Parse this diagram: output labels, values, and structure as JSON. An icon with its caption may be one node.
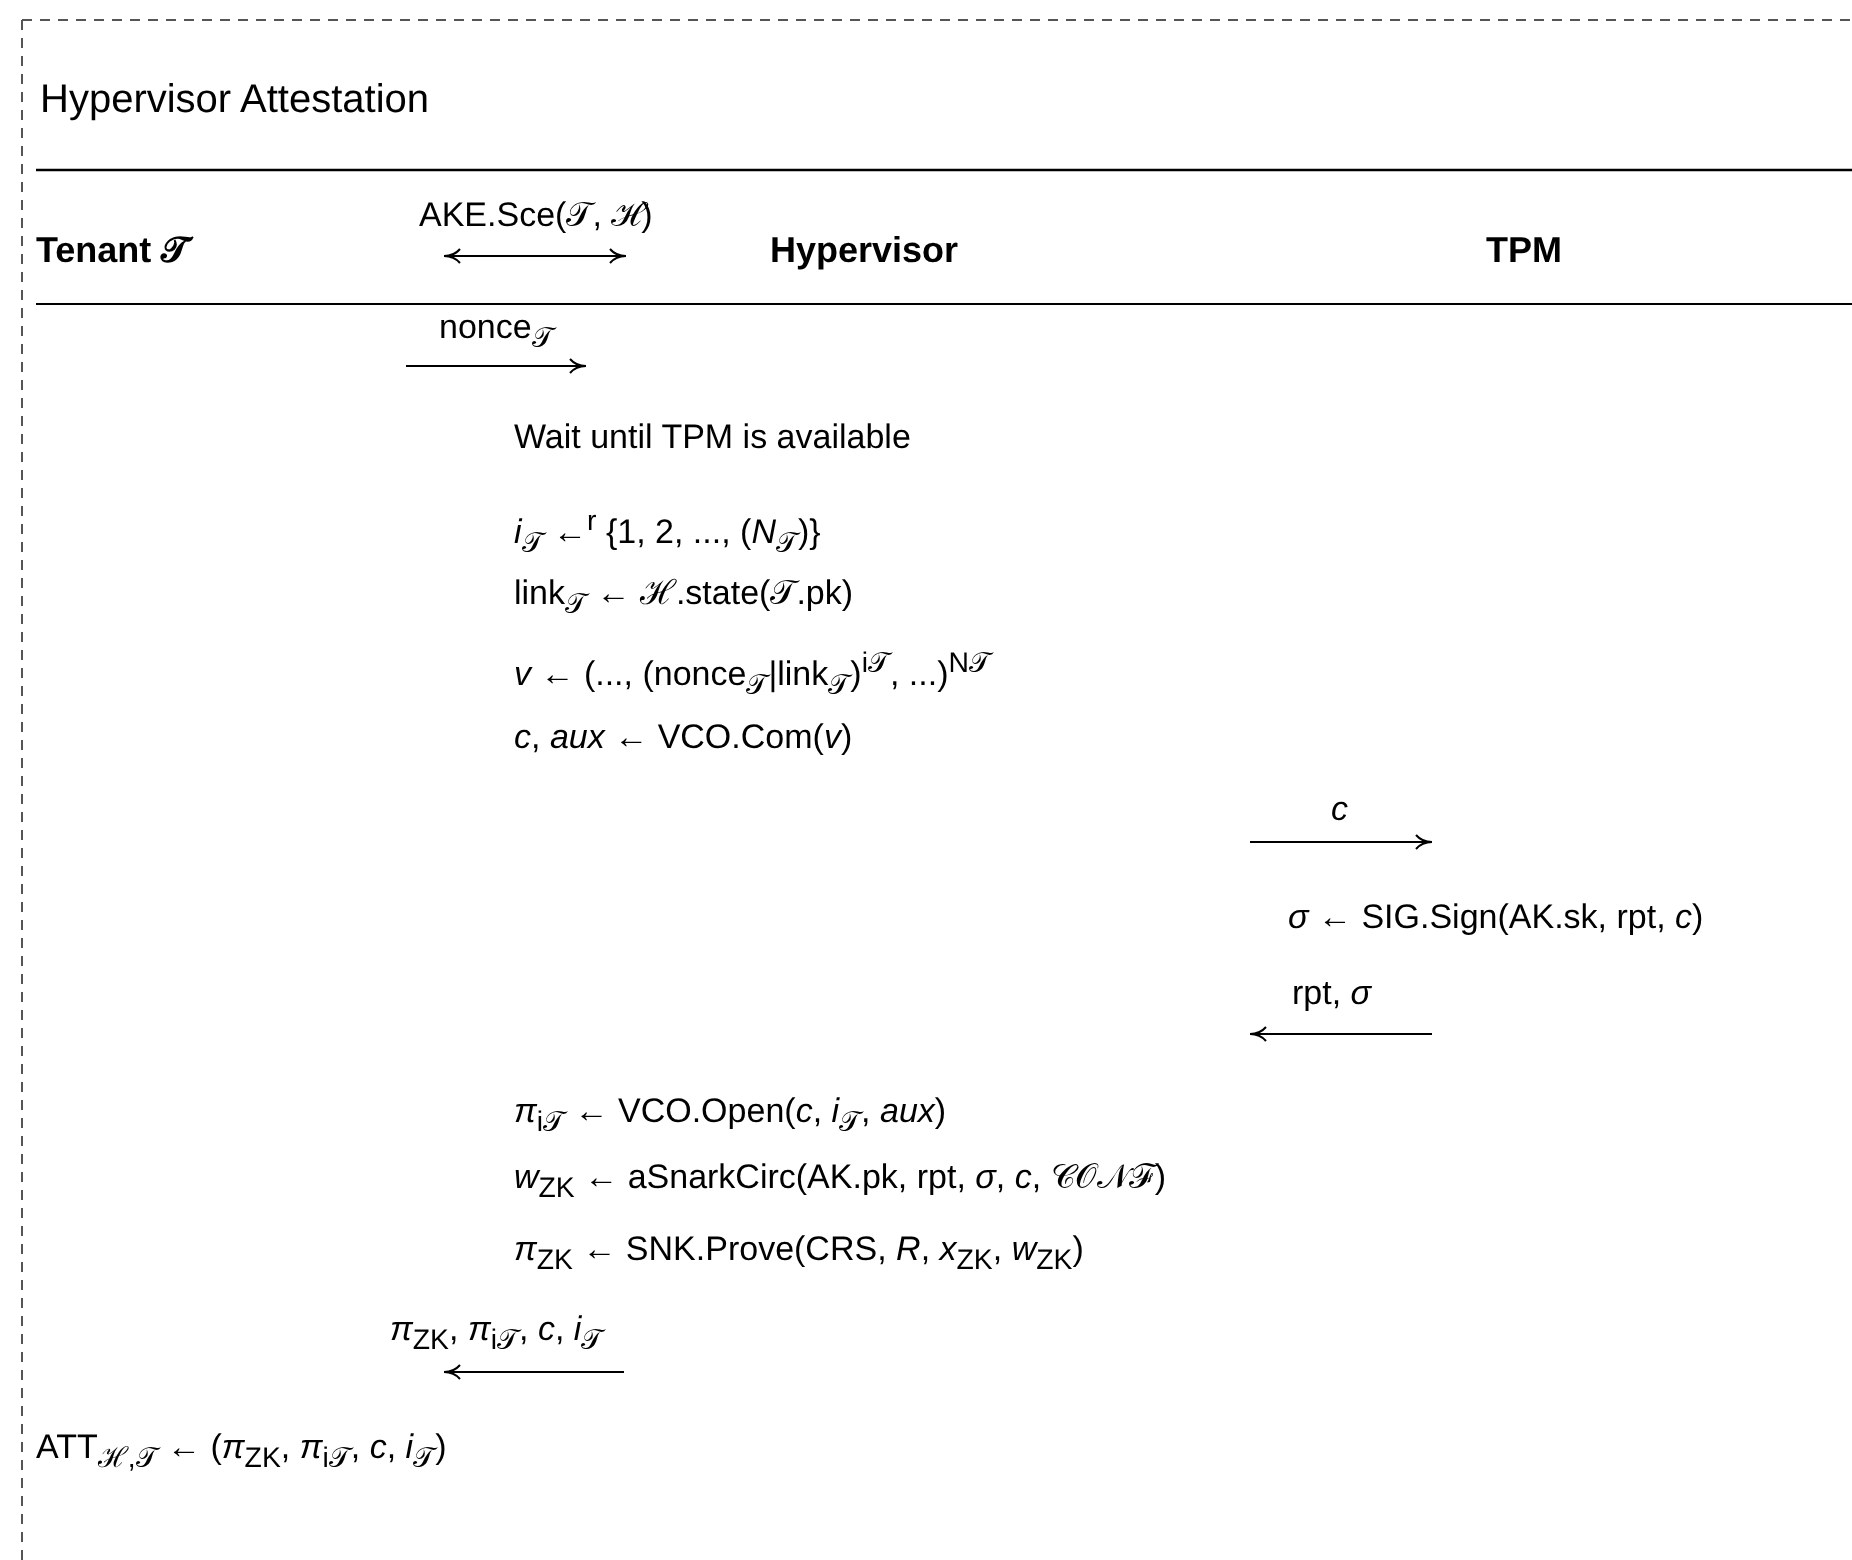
{
  "diagram": {
    "title": "Hypervisor Attestation",
    "labels": [
      "**Tenant** 𝒯",
      "Hypervisor",
      "TPM",
      "AKE.Sce(𝒯, ℋ)",
      "nonce$_{𝒯}$",
      "Wait until TPM is available",
      "*i*$_{𝒯}$ ←$^{r}$ {1, 2, ..., (*N*$_{𝒯}$)}",
      "link$_{𝒯}$ ← ℋ.state(𝒯.pk)",
      "*v* ← (..., (nonce$_{𝒯}$|link$_{𝒯}$)$^{i𝒯}$, ...)$^{N𝒯}$",
      "*c*, *aux* ← VCO.Com(*v*)",
      "*c*",
      "*σ* ← SIG.Sign(AK.sk, rpt, *c*)",
      "rpt, *σ*",
      "*π*$_{i𝒯}$ ← VCO.Open(*c*, *i*$_{𝒯}$, *aux*)",
      "*w*$_{ZK}$ ← aSnarkCirc(AK.pk, rpt, *σ*, *c*, 𝒞𝒪𝒩ℱ)",
      "*π*$_{ZK}$ ← SNK.Prove(CRS, *R*, *x*$_{ZK}$, *w*$_{ZK}$)",
      "*π*$_{ZK}$, *π*$_{i𝒯}$, *c*, *i*$_{𝒯}$",
      "ATT$_{ℋ,𝒯}$ ← (*π*$_{ZK}$, *π*$_{i𝒯}$, *c*, *i*$_{𝒯}$)"
    ]
  }
}
